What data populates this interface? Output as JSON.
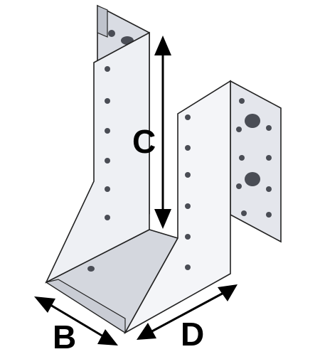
{
  "diagram": {
    "labels": {
      "height": "C",
      "width": "B",
      "depth": "D"
    },
    "colors": {
      "metal_light": "#eef0f4",
      "metal_mid": "#d9dce3",
      "metal_dark": "#bfc3cc",
      "outline": "#222222",
      "hole": "#4a4d55",
      "arrow": "#000000"
    }
  }
}
